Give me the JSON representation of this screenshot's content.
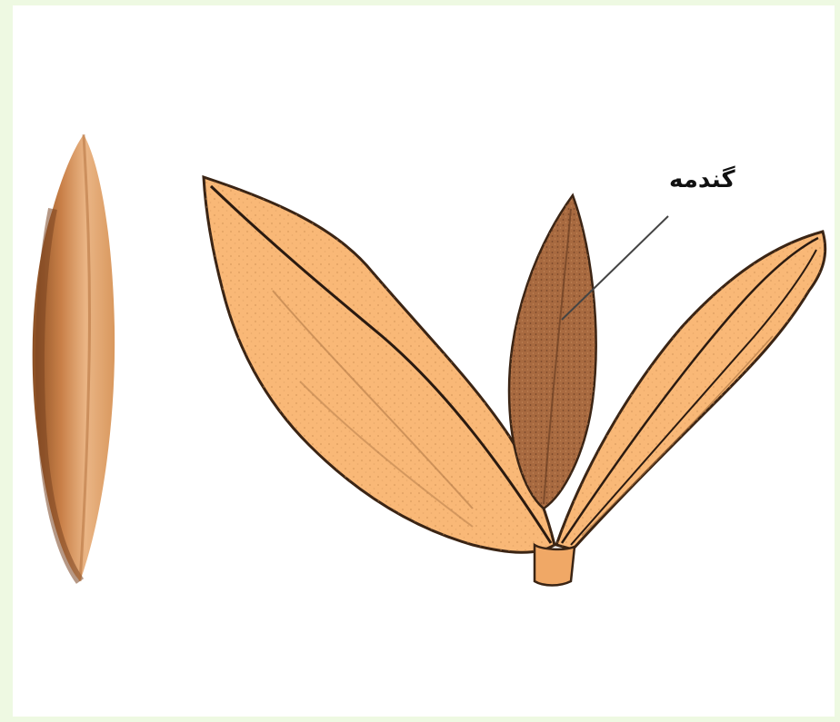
{
  "figure": {
    "label_text": "گندمه",
    "colors": {
      "background": "#ffffff",
      "frame_tint": "#eef9e2",
      "husk_fill": "#f9b877",
      "husk_stipple": "#c98a50",
      "outline": "#3a2414",
      "grain_fill": "#a86a40",
      "grain_dark": "#6b3f22",
      "seed_light": "#e8b07a",
      "seed_dark": "#9a5a2e"
    },
    "parts": [
      "whole-seed",
      "husk-left-lemma",
      "grain-caryopsis",
      "husk-right-palea",
      "stem-base",
      "leader-line"
    ]
  }
}
